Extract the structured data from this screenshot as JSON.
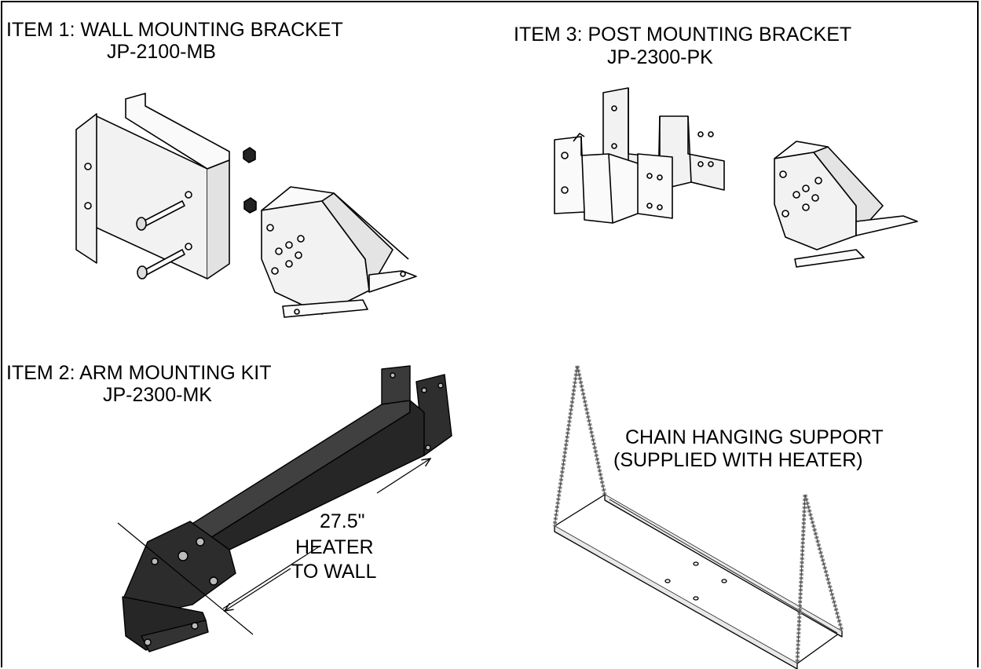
{
  "item1": {
    "title": "ITEM 1: WALL MOUNTING BRACKET",
    "part_number": "JP-2100-MB"
  },
  "item3": {
    "title": "ITEM 3: POST MOUNTING BRACKET",
    "part_number": "JP-2300-PK"
  },
  "item2": {
    "title": "ITEM 2: ARM MOUNTING KIT",
    "part_number": "JP-2300-MK",
    "dimension": {
      "value": "27.5\"",
      "line1": "HEATER",
      "line2": "TO WALL"
    }
  },
  "chain": {
    "line1": "CHAIN HANGING SUPPORT",
    "line2": "(SUPPLIED WITH HEATER)"
  },
  "colors": {
    "ink": "#000000",
    "metal_light": "#f2f2f2",
    "metal_mid": "#d9d9d9",
    "arm_dark": "#2e2e2e"
  }
}
